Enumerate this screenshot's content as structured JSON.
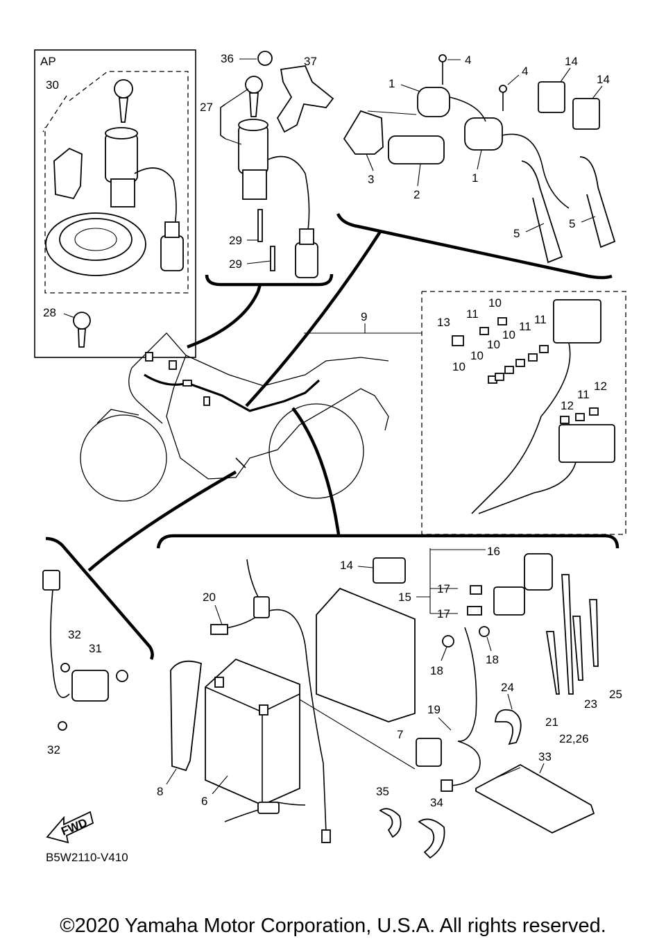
{
  "diagram": {
    "group_label": "AP",
    "diagram_code": "B5W2110-V410",
    "copyright": "©2020 Yamaha Motor Corporation, U.S.A. All rights reserved.",
    "fwd_label": "FWD",
    "callouts": {
      "c30": "30",
      "c28": "28",
      "c36": "36",
      "c37": "37",
      "c27": "27",
      "c29a": "29",
      "c29b": "29",
      "c4a": "4",
      "c4b": "4",
      "c1a": "1",
      "c1b": "1",
      "c14a": "14",
      "c14b": "14",
      "c3": "3",
      "c2": "2",
      "c5a": "5",
      "c5b": "5",
      "c9": "9",
      "c13": "13",
      "c10a": "10",
      "c10b": "10",
      "c10c": "10",
      "c10d": "10",
      "c10e": "10",
      "c11a": "11",
      "c11b": "11",
      "c11c": "11",
      "c11d": "11",
      "c12a": "12",
      "c12b": "12",
      "c14c": "14",
      "c16": "16",
      "c15": "15",
      "c17a": "17",
      "c17b": "17",
      "c18a": "18",
      "c18b": "18",
      "c20": "20",
      "c32a": "32",
      "c31": "31",
      "c32b": "32",
      "c7": "7",
      "c19": "19",
      "c24": "24",
      "c21": "21",
      "c22": "22,26",
      "c23": "23",
      "c25": "25",
      "c33": "33",
      "c8": "8",
      "c6": "6",
      "c35": "35",
      "c34": "34"
    }
  }
}
